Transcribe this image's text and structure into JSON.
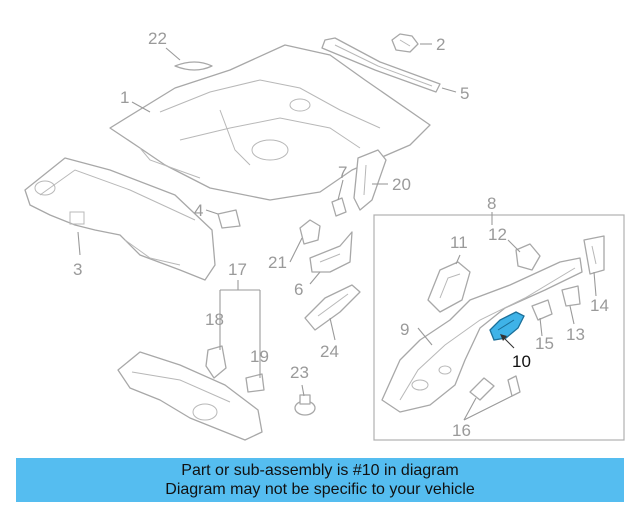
{
  "diagram": {
    "highlighted_part": "10",
    "highlight_color": "#3fb3e8",
    "callouts": {
      "c1": "1",
      "c2": "2",
      "c3": "3",
      "c4": "4",
      "c5": "5",
      "c6": "6",
      "c7": "7",
      "c8": "8",
      "c9": "9",
      "c10": "10",
      "c11": "11",
      "c12": "12",
      "c13": "13",
      "c14": "14",
      "c15": "15",
      "c16": "16",
      "c17": "17",
      "c18": "18",
      "c19": "19",
      "c20": "20",
      "c21": "21",
      "c22": "22",
      "c23": "23",
      "c24": "24"
    }
  },
  "banner": {
    "background": "#55bdf0",
    "line1": "Part or sub-assembly is #10 in diagram",
    "line2": "Diagram may not be specific to your vehicle"
  }
}
